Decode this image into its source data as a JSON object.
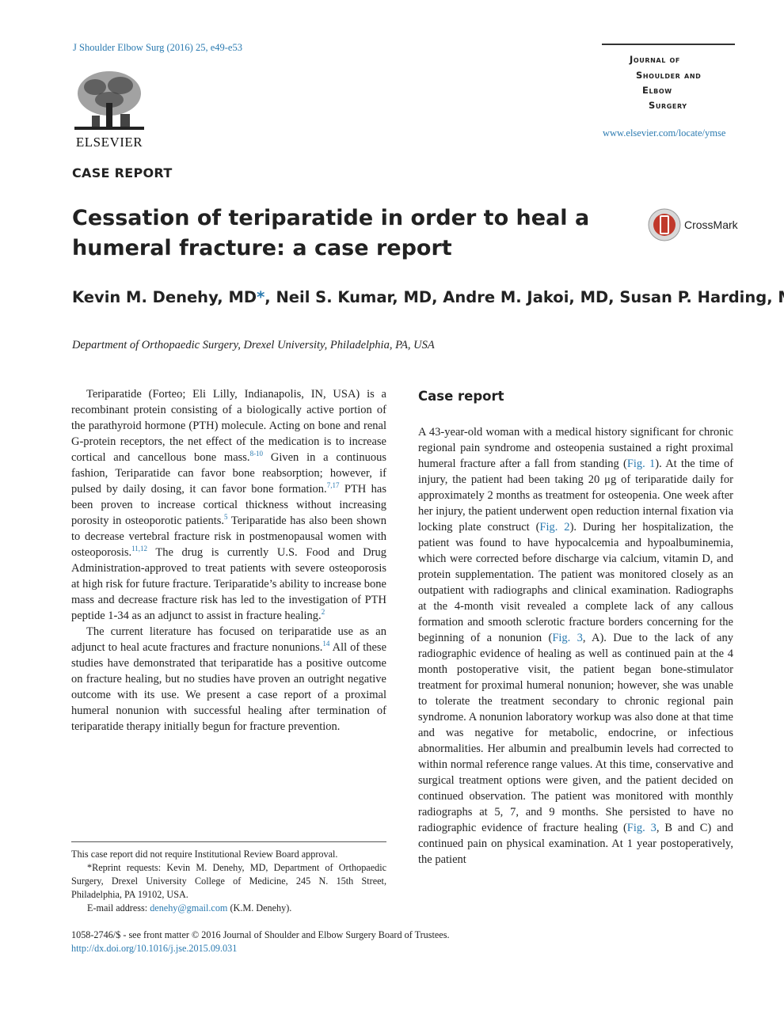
{
  "header": {
    "citation": "J Shoulder Elbow Surg (2016) 25, e49-e53",
    "publisher": "ELSEVIER",
    "journal_logo_lines": [
      "Journal of",
      "Shoulder and",
      "Elbow",
      "Surgery"
    ],
    "journal_url": "www.elsevier.com/locate/ymse"
  },
  "article": {
    "type": "CASE REPORT",
    "title": "Cessation of teriparatide in order to heal a humeral fracture: a case report",
    "crossmark_label": "CrossMark",
    "authors": [
      {
        "name": "Kevin M. Denehy, MD",
        "mark": "*"
      },
      {
        "name": ", Neil S. Kumar, MD, Andre M. Jakoi, MD, Susan P. Harding, MD",
        "mark": ""
      }
    ],
    "affiliation": "Department of Orthopaedic Surgery, Drexel University, Philadelphia, PA, USA"
  },
  "left_column": {
    "p1": [
      "Teriparatide (Forteo; Eli Lilly, Indianapolis, IN, USA) is a recombinant protein consisting of a biologically active portion of the parathyroid hormone (PTH) molecule. Acting on bone and renal G-protein receptors, the net effect of the medication is to increase cortical and cancellous bone mass.",
      "8-10",
      " Given in a continuous fashion, Teriparatide can favor bone reabsorption; however, if pulsed by daily dosing, it can favor bone formation.",
      "7,17",
      " PTH has been proven to increase cortical thickness without increasing porosity in osteoporotic patients.",
      "5",
      " Teriparatide has also been shown to decrease vertebral fracture risk in postmenopausal women with osteoporosis.",
      "11,12",
      " The drug is currently U.S. Food and Drug Administration-approved to treat patients with severe osteoporosis at high risk for future fracture. Teriparatide’s ability to increase bone mass and decrease fracture risk has led to the investigation of PTH peptide 1-34 as an adjunct to assist in fracture healing.",
      "2"
    ],
    "p2": [
      "The current literature has focused on teriparatide use as an adjunct to heal acute fractures and fracture nonunions.",
      "14",
      " All of these studies have demonstrated that teriparatide has a positive outcome on fracture healing, but no studies have proven an outright negative outcome with its use. We present a case report of a proximal humeral nonunion with successful healing after termination of teriparatide therapy initially begun for fracture prevention."
    ]
  },
  "right_column": {
    "heading": "Case report",
    "segments": [
      "A 43-year-old woman with a medical history significant for chronic regional pain syndrome and osteopenia sustained a right proximal humeral fracture after a fall from standing (",
      "Fig. 1",
      "). At the time of injury, the patient had been taking 20 μg of teriparatide daily for approximately 2 months as treatment for osteopenia. One week after her injury, the patient underwent open reduction internal fixation via locking plate construct (",
      "Fig. 2",
      "). During her hospitalization, the patient was found to have hypocalcemia and hypoalbuminemia, which were corrected before discharge via calcium, vitamin D, and protein supplementation. The patient was monitored closely as an outpatient with radiographs and clinical examination. Radiographs at the 4-month visit revealed a complete lack of any callous formation and smooth sclerotic fracture borders concerning for the beginning of a nonunion (",
      "Fig. 3",
      ", A). Due to the lack of any radiographic evidence of healing as well as continued pain at the 4 month postoperative visit, the patient began bone-stimulator treatment for proximal humeral nonunion; however, she was unable to tolerate the treatment secondary to chronic regional pain syndrome. A nonunion laboratory workup was also done at that time and was negative for metabolic, endocrine, or infectious abnormalities. Her albumin and prealbumin levels had corrected to within normal reference range values. At this time, conservative and surgical treatment options were given, and the patient decided on continued observation. The patient was monitored with monthly radiographs at 5, 7, and 9 months. She persisted to have no radiographic evidence of fracture healing (",
      "Fig. 3",
      ", B and C) and continued pain on physical examination. At 1 year postoperatively, the patient"
    ]
  },
  "footnotes": {
    "irb": "This case report did not require Institutional Review Board approval.",
    "reprint": "*Reprint requests: Kevin M. Denehy, MD, Department of Orthopaedic Surgery, Drexel University College of Medicine, 245 N. 15th Street, Philadelphia, PA 19102, USA.",
    "email_label": "E-mail address: ",
    "email": "denehy@gmail.com",
    "email_name": " (K.M. Denehy)."
  },
  "bottom": {
    "issn": "1058-2746/$ - see front matter © 2016 Journal of Shoulder and Elbow Surgery Board of Trustees.",
    "doi": "http://dx.doi.org/10.1016/j.jse.2015.09.031"
  },
  "colors": {
    "link": "#2a7ab0",
    "text": "#222222",
    "crossmark_red": "#c0392b"
  }
}
